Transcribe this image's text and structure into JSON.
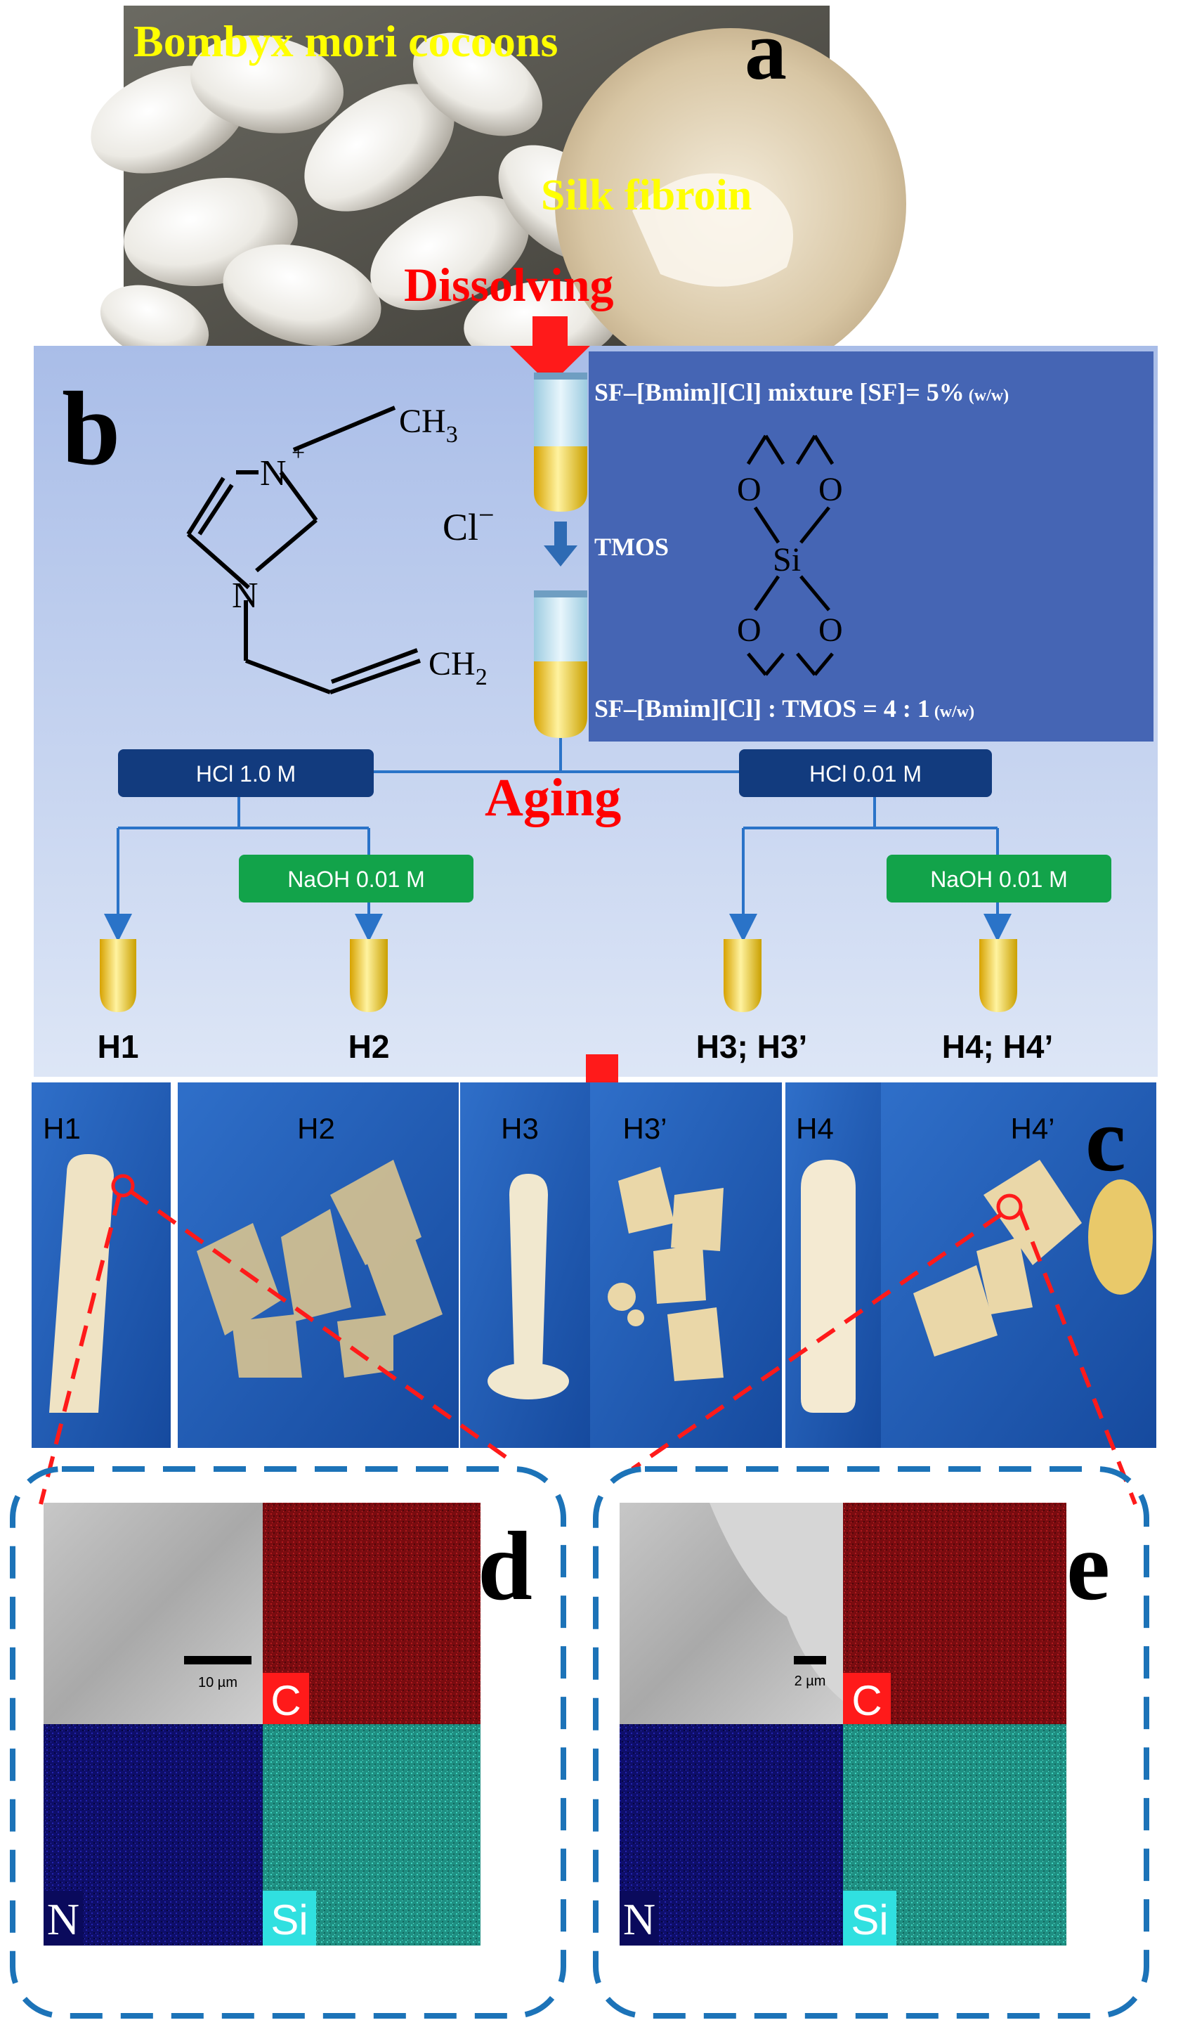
{
  "panel_letters": {
    "a": "a",
    "b": "b",
    "c": "c",
    "d": "d",
    "e": "e"
  },
  "panel_a": {
    "cocoons_label": "Bombyx mori cocoons",
    "fibroin_label": "Silk fibroin",
    "dissolving_label": "Dissolving"
  },
  "panel_b": {
    "structure": {
      "ch3": "CH",
      "ch3_sub": "3",
      "n_plus": "N",
      "plus": "+",
      "n": "N",
      "ch2": "CH",
      "ch2_sub": "2",
      "cl": "Cl",
      "cl_sup": "−"
    },
    "mixture_label": "SF–[Bmim][Cl] mixture [SF]= 5%",
    "mixture_unit": "(w/w)",
    "tmos_label": "TMOS",
    "si_label": "Si",
    "o_label": "O",
    "ratio_label": "SF–[Bmim][Cl] : TMOS = 4 : 1",
    "ratio_unit": "(w/w)",
    "aging_label": "Aging",
    "hcl_high": "HCl 1.0 M",
    "hcl_low": "HCl 0.01 M",
    "naoh_left": "NaOH  0.01 M",
    "naoh_right": "NaOH  0.01 M",
    "products": [
      "H1",
      "H2",
      "H3; H3’",
      "H4; H4’"
    ]
  },
  "panel_c": {
    "sample_labels": [
      "H1",
      "H2",
      "H3",
      "H3’",
      "H4",
      "H4’"
    ]
  },
  "panel_d": {
    "scale_bar": "10 µm",
    "elements": [
      "C",
      "N",
      "Si"
    ]
  },
  "panel_e": {
    "scale_bar": "2 µm",
    "elements": [
      "C",
      "N",
      "Si"
    ]
  },
  "colors": {
    "label_yellow": "#ffff00",
    "label_red": "#ff0000",
    "arrow_red": "#ff1a1a",
    "bg_b": "#c3d1ee",
    "box_blue": "#4565b4",
    "hcl_box": "#123b7e",
    "naoh_box": "#12a34a",
    "dashed_blue": "#1c73b8",
    "map_c": "#8a0f12",
    "map_n": "#10107c",
    "map_si": "#2bb0a0"
  }
}
